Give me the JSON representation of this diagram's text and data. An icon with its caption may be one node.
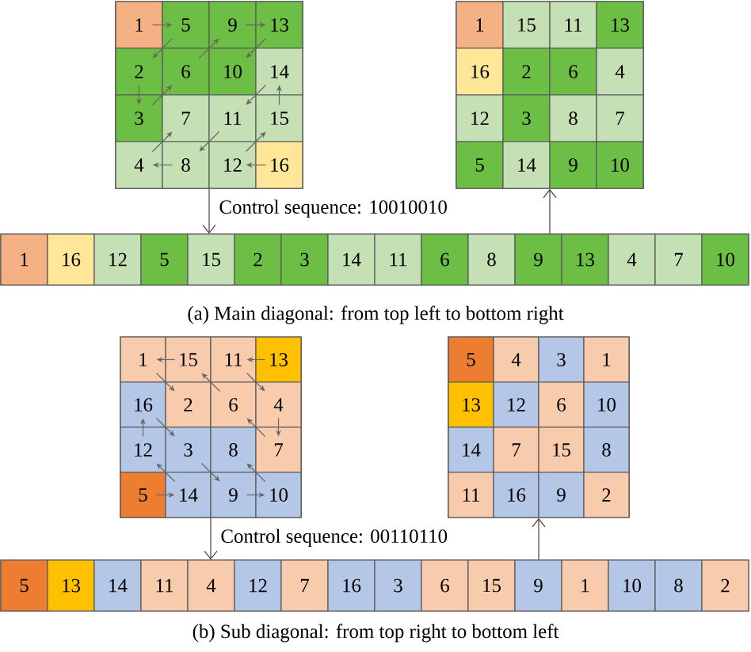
{
  "diagram": {
    "nodes": [
      {
        "text": [],
        "shape": "box"
      },
      {
        "text": [
          "1"
        ],
        "in": 0
      },
      {
        "text": [
          "5"
        ],
        "in": 0
      },
      {
        "text": [
          "9"
        ],
        "in": 0
      },
      {
        "text": [
          "13"
        ],
        "in": 0
      },
      {
        "text": [
          "2"
        ],
        "in": 0
      },
      {
        "text": [
          "6"
        ],
        "in": 0
      },
      {
        "text": [
          "10"
        ],
        "in": 0
      },
      {
        "text": [
          "14"
        ],
        "in": 0
      },
      {
        "text": [
          "3"
        ],
        "in": 0
      },
      {
        "text": [
          "7"
        ],
        "in": 0
      },
      {
        "text": [
          "11"
        ],
        "in": 0
      },
      {
        "text": [
          "15"
        ],
        "in": 0
      },
      {
        "text": [
          "4"
        ],
        "in": 0
      },
      {
        "text": [
          "8"
        ],
        "in": 0
      },
      {
        "text": [
          "12"
        ],
        "in": 0
      },
      {
        "text": [
          "16"
        ],
        "in": 0
      },
      {
        "text": [],
        "shape": "box"
      },
      {
        "text": [
          "1"
        ],
        "in": 17
      },
      {
        "text": [
          "15"
        ],
        "in": 17
      },
      {
        "text": [
          "11"
        ],
        "in": 17
      },
      {
        "text": [
          "13"
        ],
        "in": 17
      },
      {
        "text": [
          "16"
        ],
        "in": 17
      },
      {
        "text": [
          "2"
        ],
        "in": 17
      },
      {
        "text": [
          "6"
        ],
        "in": 17
      },
      {
        "text": [
          "4"
        ],
        "in": 17
      },
      {
        "text": [
          "12"
        ],
        "in": 17
      },
      {
        "text": [
          "3"
        ],
        "in": 17
      },
      {
        "text": [
          "8"
        ],
        "in": 17
      },
      {
        "text": [
          "7"
        ],
        "in": 17
      },
      {
        "text": [
          "5"
        ],
        "in": 17
      },
      {
        "text": [
          "14"
        ],
        "in": 17
      },
      {
        "text": [
          "9"
        ],
        "in": 17
      },
      {
        "text": [
          "10"
        ],
        "in": 17
      },
      {
        "text": [],
        "shape": "bar"
      },
      {
        "text": [
          "1"
        ],
        "in": 34
      },
      {
        "text": [
          "16"
        ],
        "in": 34
      },
      {
        "text": [
          "12"
        ],
        "in": 34
      },
      {
        "text": [
          "5"
        ],
        "in": 34
      },
      {
        "text": [
          "15"
        ],
        "in": 34
      },
      {
        "text": [
          "2"
        ],
        "in": 34
      },
      {
        "text": [
          "3"
        ],
        "in": 34
      },
      {
        "text": [
          "14"
        ],
        "in": 34
      },
      {
        "text": [
          "11"
        ],
        "in": 34
      },
      {
        "text": [
          "6"
        ],
        "in": 34
      },
      {
        "text": [
          "8"
        ],
        "in": 34
      },
      {
        "text": [
          "9"
        ],
        "in": 34
      },
      {
        "text": [
          "13"
        ],
        "in": 34
      },
      {
        "text": [
          "4"
        ],
        "in": 34
      },
      {
        "text": [
          "7"
        ],
        "in": 34
      },
      {
        "text": [
          "10"
        ],
        "in": 34
      },
      {
        "text": [],
        "shape": "box"
      },
      {
        "text": [
          "1"
        ],
        "in": 51
      },
      {
        "text": [
          "15"
        ],
        "in": 51
      },
      {
        "text": [
          "11"
        ],
        "in": 51
      },
      {
        "text": [
          "13"
        ],
        "in": 51
      },
      {
        "text": [
          "16"
        ],
        "in": 51
      },
      {
        "text": [
          "2"
        ],
        "in": 51
      },
      {
        "text": [
          "6"
        ],
        "in": 51
      },
      {
        "text": [
          "4"
        ],
        "in": 51
      },
      {
        "text": [
          "12"
        ],
        "in": 51
      },
      {
        "text": [
          "3"
        ],
        "in": 51
      },
      {
        "text": [
          "8"
        ],
        "in": 51
      },
      {
        "text": [
          "7"
        ],
        "in": 51
      },
      {
        "text": [
          "5"
        ],
        "in": 51
      },
      {
        "text": [
          "14"
        ],
        "in": 51
      },
      {
        "text": [
          "9"
        ],
        "in": 51
      },
      {
        "text": [
          "10"
        ],
        "in": 51
      },
      {
        "text": [],
        "shape": "box"
      },
      {
        "text": [
          "5"
        ],
        "in": 68
      },
      {
        "text": [
          "4"
        ],
        "in": 68
      },
      {
        "text": [
          "3"
        ],
        "in": 68
      },
      {
        "text": [
          "1"
        ],
        "in": 68
      },
      {
        "text": [
          "13"
        ],
        "in": 68
      },
      {
        "text": [
          "12"
        ],
        "in": 68
      },
      {
        "text": [
          "6"
        ],
        "in": 68
      },
      {
        "text": [
          "10"
        ],
        "in": 68
      },
      {
        "text": [
          "14"
        ],
        "in": 68
      },
      {
        "text": [
          "7"
        ],
        "in": 68
      },
      {
        "text": [
          "15"
        ],
        "in": 68
      },
      {
        "text": [
          "8"
        ],
        "in": 68
      },
      {
        "text": [
          "11"
        ],
        "in": 68
      },
      {
        "text": [
          "16"
        ],
        "in": 68
      },
      {
        "text": [
          "9"
        ],
        "in": 68
      },
      {
        "text": [
          "2"
        ],
        "in": 68
      },
      {
        "text": [],
        "shape": "bar"
      },
      {
        "text": [
          "5"
        ],
        "in": 85
      },
      {
        "text": [
          "13"
        ],
        "in": 85
      },
      {
        "text": [
          "14"
        ],
        "in": 85
      },
      {
        "text": [
          "11"
        ],
        "in": 85
      },
      {
        "text": [
          "4"
        ],
        "in": 85
      },
      {
        "text": [
          "12"
        ],
        "in": 85
      },
      {
        "text": [
          "7"
        ],
        "in": 85
      },
      {
        "text": [
          "16"
        ],
        "in": 85
      },
      {
        "text": [
          "3"
        ],
        "in": 85
      },
      {
        "text": [
          "6"
        ],
        "in": 85
      },
      {
        "text": [
          "15"
        ],
        "in": 85
      },
      {
        "text": [
          "9"
        ],
        "in": 85
      },
      {
        "text": [
          "1"
        ],
        "in": 85
      },
      {
        "text": [
          "10"
        ],
        "in": 85
      },
      {
        "text": [
          "8"
        ],
        "in": 85
      },
      {
        "text": [
          "2"
        ],
        "in": 85
      }
    ],
    "edges": [
      {
        "from": 1,
        "to": 2,
        "arrow": "to"
      },
      {
        "from": 2,
        "to": 5,
        "arrow": "to"
      },
      {
        "from": 5,
        "to": 9,
        "arrow": "to"
      },
      {
        "from": 9,
        "to": 6,
        "arrow": "to"
      },
      {
        "from": 6,
        "to": 3,
        "arrow": "to"
      },
      {
        "from": 3,
        "to": 4,
        "arrow": "to"
      },
      {
        "from": 4,
        "to": 7,
        "arrow": "to"
      },
      {
        "from": 16,
        "to": 15,
        "arrow": "to"
      },
      {
        "from": 15,
        "to": 12,
        "arrow": "to"
      },
      {
        "from": 12,
        "to": 8,
        "arrow": "to"
      },
      {
        "from": 8,
        "to": 11,
        "arrow": "to"
      },
      {
        "from": 11,
        "to": 14,
        "arrow": "to"
      },
      {
        "from": 14,
        "to": 13,
        "arrow": "to"
      },
      {
        "from": 13,
        "to": 10,
        "arrow": "to"
      },
      {
        "from": 0,
        "to": 34,
        "arrow": "to",
        "label": "Control sequence: 10010010"
      },
      {
        "from": 34,
        "to": 17,
        "arrow": "to"
      },
      {
        "from": 55,
        "to": 54,
        "arrow": "to"
      },
      {
        "from": 54,
        "to": 59,
        "arrow": "to"
      },
      {
        "from": 59,
        "to": 63,
        "arrow": "to"
      },
      {
        "from": 63,
        "to": 58,
        "arrow": "to"
      },
      {
        "from": 58,
        "to": 53,
        "arrow": "to"
      },
      {
        "from": 53,
        "to": 52,
        "arrow": "to"
      },
      {
        "from": 52,
        "to": 57,
        "arrow": "to"
      },
      {
        "from": 64,
        "to": 65,
        "arrow": "to"
      },
      {
        "from": 65,
        "to": 60,
        "arrow": "to"
      },
      {
        "from": 60,
        "to": 56,
        "arrow": "to"
      },
      {
        "from": 56,
        "to": 61,
        "arrow": "to"
      },
      {
        "from": 61,
        "to": 66,
        "arrow": "to"
      },
      {
        "from": 66,
        "to": 67,
        "arrow": "to"
      },
      {
        "from": 67,
        "to": 62,
        "arrow": "to"
      },
      {
        "from": 51,
        "to": 85,
        "arrow": "to",
        "label": "Control sequence: 00110110"
      },
      {
        "from": 85,
        "to": 68,
        "arrow": "to"
      }
    ],
    "labels": [
      "(a) Main diagonal: from top left to bottom right",
      "(b) Sub diagonal: from top right to bottom left"
    ]
  }
}
